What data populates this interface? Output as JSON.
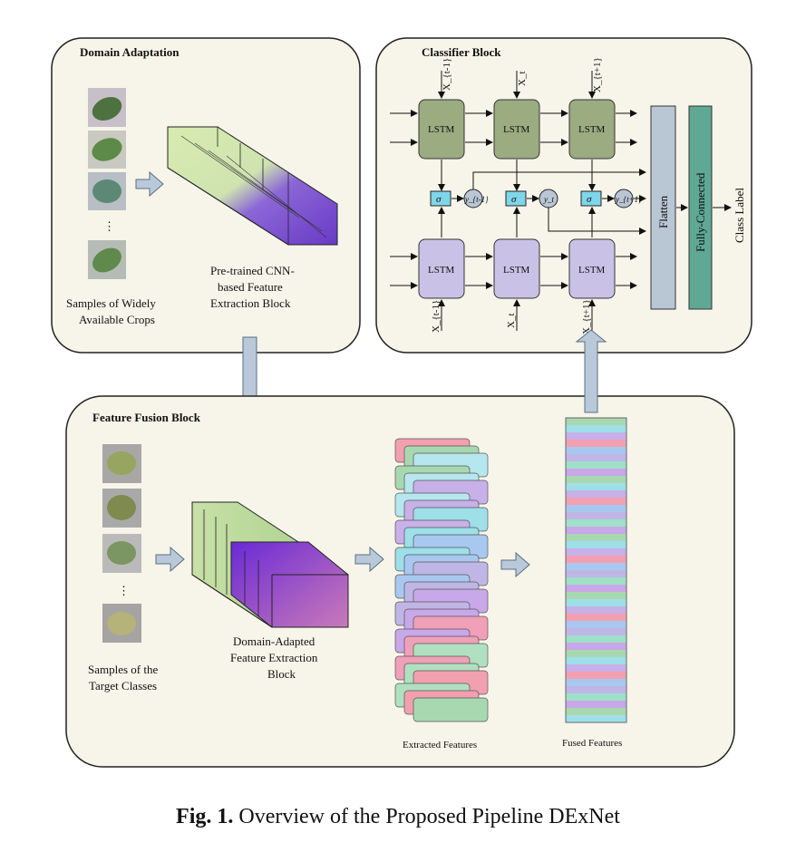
{
  "domain_adaptation": {
    "title": "Domain Adaptation",
    "samples_label_1": "Samples of Widely",
    "samples_label_2": "Available Crops",
    "cnn_label_1": "Pre-trained CNN-",
    "cnn_label_2": "based Feature",
    "cnn_label_3": "Extraction Block"
  },
  "classifier": {
    "title": "Classifier Block",
    "lstm_label": "LSTM",
    "sigma": "σ",
    "flatten": "Flatten",
    "fully_connected": "Fully-Connected",
    "class_label": "Class Label",
    "inputs_top": [
      "X_{t-1}",
      "X_t",
      "X_{t+1}"
    ],
    "inputs_bottom": [
      "X_{t-1}",
      "X_t",
      "X_{t+1}"
    ],
    "outputs": [
      "y_{t-1}",
      "y_t",
      "y_{t+1}"
    ]
  },
  "fusion": {
    "title": "Feature Fusion Block",
    "samples_label_1": "Samples of the",
    "samples_label_2": "Target Classes",
    "adapted_label_1": "Domain-Adapted",
    "adapted_label_2": "Feature Extraction",
    "adapted_label_3": "Block",
    "extracted_label": "Extracted Features",
    "fused_label": "Fused Features"
  },
  "caption": {
    "prefix": "Fig. 1.",
    "text": " Overview of the Proposed Pipeline DExNet"
  },
  "colors": {
    "panel_fill": "#f7f5e9",
    "lstm_green": "#9aac80",
    "lstm_purple": "#c9c2e6",
    "sigma_cyan": "#7fd6e8",
    "flatten_gray": "#b9c6d4",
    "fc_teal": "#5fa893",
    "arrow_fill": "#b9c9d9"
  }
}
